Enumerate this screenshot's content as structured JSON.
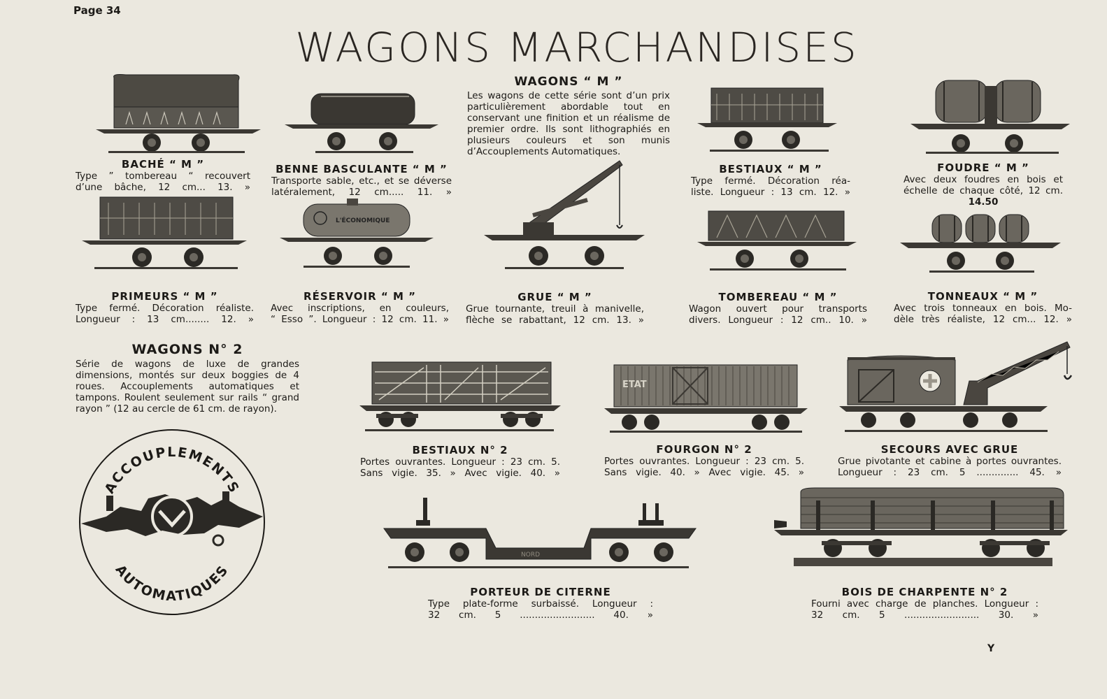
{
  "page": {
    "number": "Page 34",
    "title": "WAGONS MARCHANDISES",
    "bottom_mark": "Y"
  },
  "wagons_m": {
    "heading": "WAGONS “ M ”",
    "intro": "Les wagons de cette série sont d’un prix particulièrement abordable tout en conservant une finition et un réalisme de premier ordre. Ils sont lithographiés en plusieurs couleurs et son munis d’Accouplements Automatiques."
  },
  "wagons_no2": {
    "heading": "WAGONS N° 2",
    "intro": "Série de wagons de luxe de grandes dimensions, montés sur deux boggies de 4 roues. Accouplements automatiques et tampons. Roulent seulement sur rails “ grand rayon ” (12 au cercle de 61 cm. de rayon)."
  },
  "emblem": {
    "top": "ACCOUPLEMENTS",
    "bottom": "AUTOMATIQUES"
  },
  "products": [
    {
      "title": "BACHÉ “ M ”",
      "line1": "Type ” tombereau “ recouvert",
      "line2": "d’une bâche, 12 cm...   13. »"
    },
    {
      "title": "BENNE BASCULANTE “ M ”",
      "line1": "Transporte sable, etc., et se déverse",
      "line2": "latéralement, 12 cm.....  11. »"
    },
    {
      "title": "BESTIAUX “ M ”",
      "line1": "Type fermé. Décoration réa-",
      "line2": "liste. Longueur : 13 cm.  12. »"
    },
    {
      "title": "FOUDRE “ M ”",
      "line1": "Avec deux foudres en bois et",
      "line2": "échelle de chaque côté, 12 cm.",
      "line3": "14.50"
    },
    {
      "title": "PRIMEURS “ M ”",
      "line1": "Type fermé. Décoration réaliste.",
      "line2": "Longueur : 13 cm........  12. »"
    },
    {
      "title": "RÉSERVOIR “ M ”",
      "line1": "Avec inscriptions, en couleurs,",
      "line2": "“ Esso ”. Longueur : 12 cm.  11. »"
    },
    {
      "title": "GRUE “ M ”",
      "line1": "Grue tournante, treuil à manivelle,",
      "line2": "flèche se rabattant, 12 cm.  13. »"
    },
    {
      "title": "TOMBEREAU “ M ”",
      "line1": "Wagon ouvert pour transports",
      "line2": "divers. Longueur : 12 cm..  10. »"
    },
    {
      "title": "TONNEAUX “ M ”",
      "line1": "Avec trois tonneaux en bois. Mo-",
      "line2": "dèle très réaliste, 12 cm...  12. »"
    },
    {
      "title": "BESTIAUX N° 2",
      "line1": "Portes ouvrantes. Longueur : 23 cm. 5.",
      "line2": "Sans vigie.  35. »   Avec vigie.  40. »"
    },
    {
      "title": "FOURGON N° 2",
      "line1": "Portes ouvrantes. Longueur : 23 cm. 5.",
      "line2": "Sans vigie.  40. »   Avec vigie.  45. »"
    },
    {
      "title": "SECOURS AVEC GRUE",
      "line1": "Grue pivotante et cabine à portes ouvrantes.",
      "line2": "Longueur : 23 cm. 5 ..............  45. »"
    },
    {
      "title": "PORTEUR DE CITERNE",
      "line1": "Type plate-forme surbaissé. Longueur :",
      "line2": "32 cm. 5 .........................  40. »"
    },
    {
      "title": "BOIS DE CHARPENTE N° 2",
      "line1": "Fourni avec charge de planches. Longueur :",
      "line2": "32 cm. 5 .........................  30. »"
    }
  ],
  "wagon_labels": {
    "etat": "ETAT",
    "nord": "NORD",
    "tank": "L'ÉCONOMIQUE"
  },
  "colors": {
    "paper": "#ebe8df",
    "ink": "#1c1a17",
    "metal": "#4a4640",
    "dark": "#2b2925"
  }
}
